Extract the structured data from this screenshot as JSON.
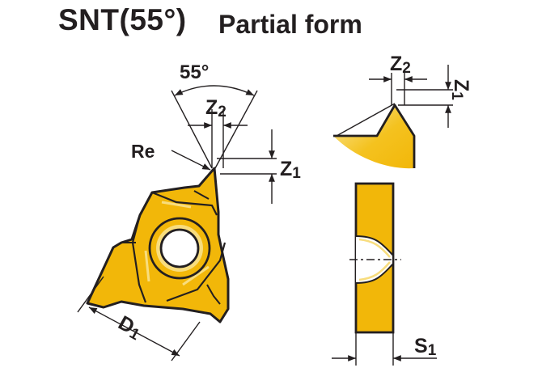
{
  "title": {
    "main": "SNT(55°)",
    "sub": "Partial form"
  },
  "labels": {
    "angle": "55°",
    "z2_left": "Z2",
    "z1_left": "Z1",
    "re": "Re",
    "d1": "D1",
    "z2_right": "Z2",
    "z1_right": "Z1",
    "s1": "S1"
  },
  "colors": {
    "insert_fill": "#f2b709",
    "outline": "#231f20",
    "highlight": "#f8dd7e",
    "background": "#ffffff"
  }
}
